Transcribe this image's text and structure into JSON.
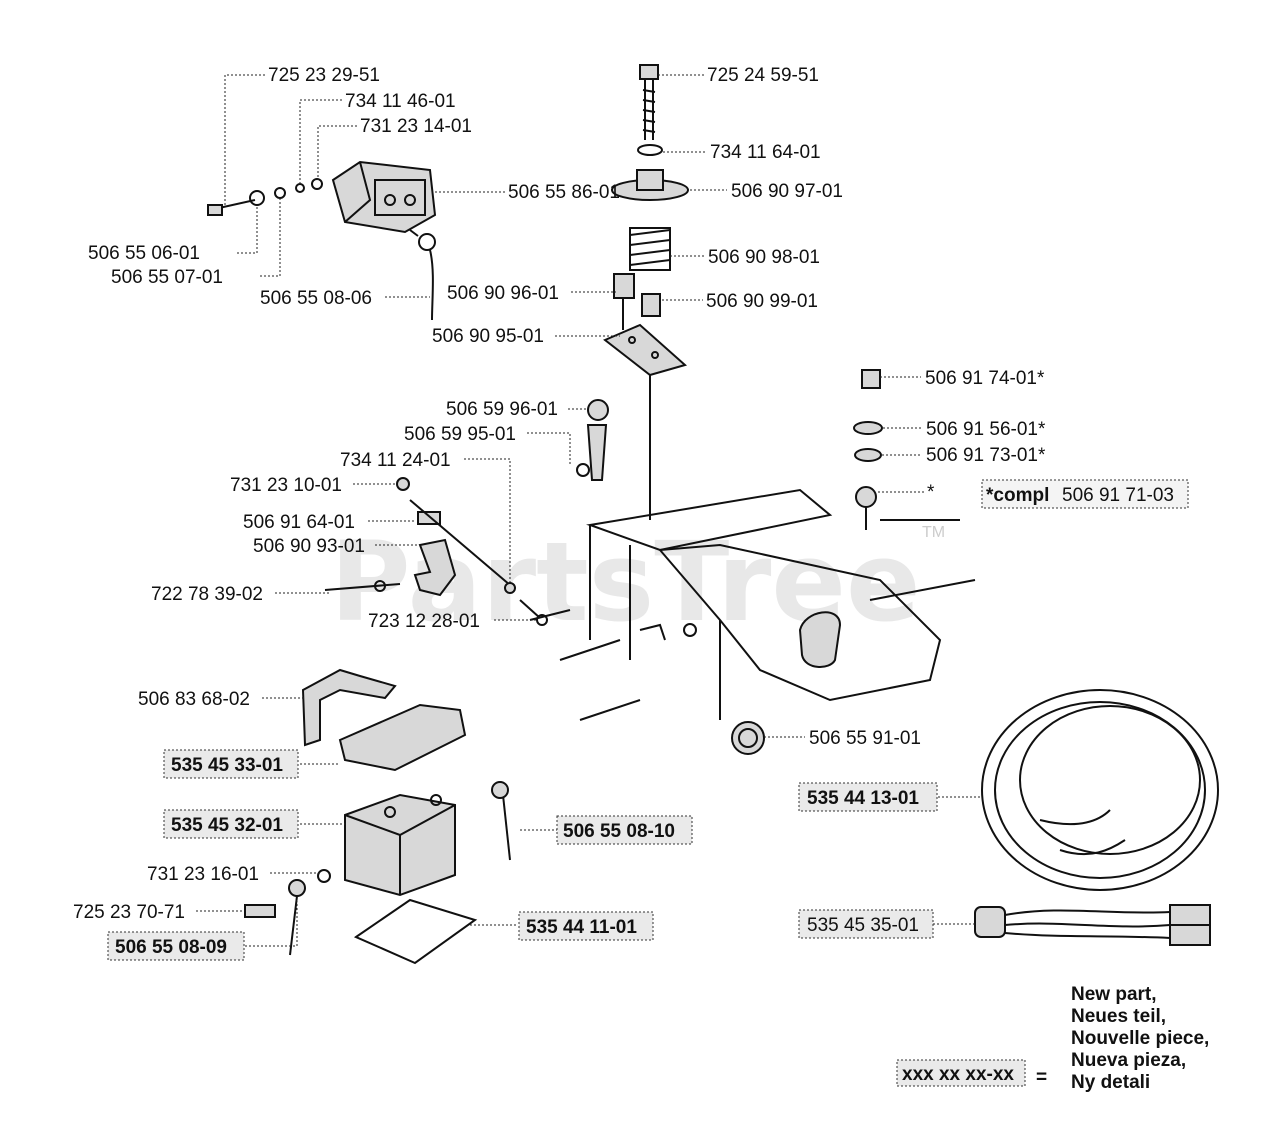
{
  "watermark": "PartsTree",
  "trademark": "TM",
  "labels": {
    "p725232951": "725 23 29-51",
    "p734114601": "734 11 46-01",
    "p731231401": "731 23 14-01",
    "p506558601": "506 55 86-01",
    "p506550601": "506 55 06-01",
    "p506550701": "506 55 07-01",
    "p506550806": "506 55 08-06",
    "p725245951": "725 24 59-51",
    "p734116401": "734 11 64-01",
    "p506909701": "506 90 97-01",
    "p506909801": "506 90 98-01",
    "p506909601": "506 90 96-01",
    "p506909901": "506 90 99-01",
    "p506909501": "506 90 95-01",
    "p506917401": "506 91 74-01*",
    "p506915601": "506 91 56-01*",
    "p506917301": "506 91 73-01*",
    "pstar": "*",
    "compl_prefix": "*compl",
    "compl_number": "506 91 71-03",
    "p506599601": "506 59 96-01",
    "p506599501": "506 59 95-01",
    "p734112401": "734 11 24-01",
    "p731231001": "731 23 10-01",
    "p506916401": "506 91 64-01",
    "p506909301": "506 90 93-01",
    "p722783902": "722 78 39-02",
    "p723122801": "723 12 28-01",
    "p506836802": "506 83 68-02",
    "p535453301": "535 45 33-01",
    "p535453201": "535 45 32-01",
    "p506550810": "506 55 08-10",
    "p731231601": "731 23 16-01",
    "p725237071": "725 23 70-71",
    "p506550809": "506 55 08-09",
    "p535441101": "535 44 11-01",
    "p506559101": "506 55 91-01",
    "p535441301": "535 44 13-01",
    "p535453501": "535 45 35-01"
  },
  "legend": {
    "sample": "xxx xx xx-xx",
    "equals": "=",
    "lines": [
      "New part,",
      "Neues teil,",
      "Nouvelle piece,",
      "Nueva pieza,",
      "Ny detali"
    ]
  }
}
